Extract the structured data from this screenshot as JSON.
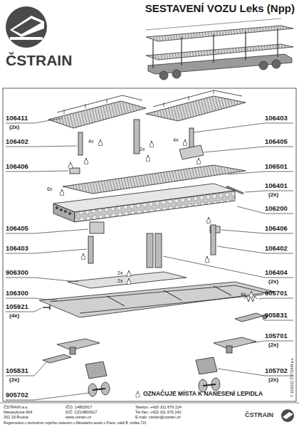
{
  "diagram": {
    "title": "SESTAVENÍ VOZU Leks (Npp)",
    "labels": [
      "ČSTRAIN",
      "106411",
      "(2x)",
      "106403",
      "4x",
      "4x",
      "2x",
      "106402",
      "106405",
      "106406",
      "106501",
      "6x",
      "106401",
      "(2x)",
      "106200",
      "106405",
      "106406",
      "106403",
      "106402",
      "2x",
      "2x",
      "906300",
      "106404",
      "(2x)",
      "4x",
      "106300",
      "905701",
      "105921",
      "(4x)",
      "905831",
      "105701",
      "(2x)",
      "105831",
      "(2x)",
      "105702",
      "(2x)",
      "905702",
      "ČSTRAIN a.s.",
      "Masarykova 604",
      "252 19 Rudná",
      "IČO: 14803917",
      "DIČ: CZ14803917",
      "www.cstrain.cz",
      "Telefon: +420 311 679 224",
      "Tel./fax: +420 311 679 242",
      "E-mail: cstrain@cstrain.cz",
      "Registrováno v obchodním rejstříku vedeném u Městského soudu v Praze, oddíl B, vložka 723",
      "ČSTRAIN",
      "© 10/2012 ČSTRAIN a.s."
    ],
    "legend": [
      {
        "text": "OZNAČUJE MÍSTA K NANESENÍ LEPIDLA"
      }
    ]
  }
}
